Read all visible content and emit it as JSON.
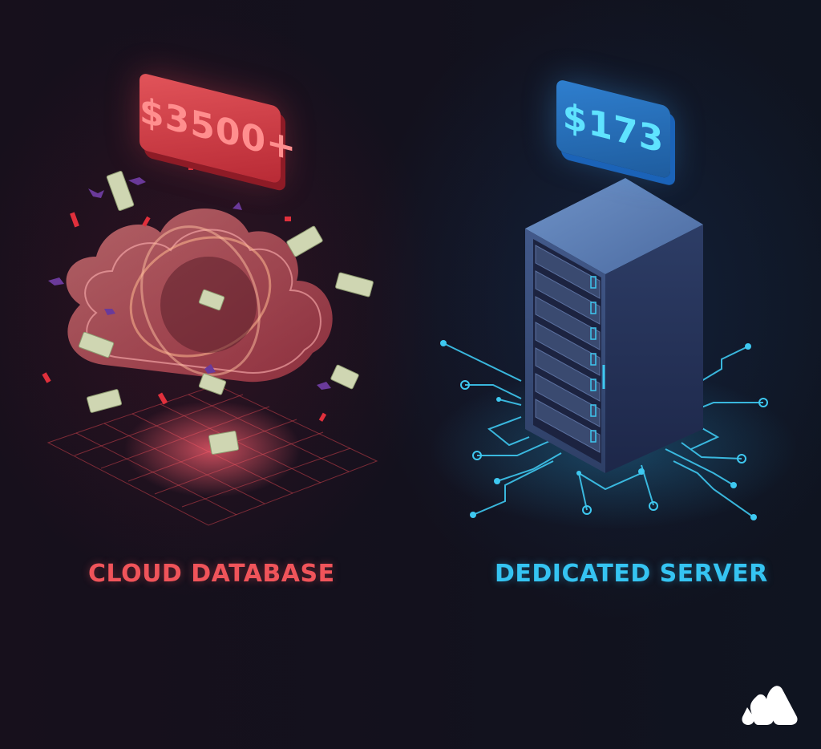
{
  "comparison": {
    "left": {
      "price": "$3500+",
      "label": "CLOUD DATABASE",
      "accent": "#f0545a",
      "icon": "cloud-icon"
    },
    "right": {
      "price": "$173",
      "label": "DEDICATED SERVER",
      "accent": "#35c4f2",
      "icon": "server-rack-icon"
    }
  },
  "brand": {
    "logo": "brand-logo-icon",
    "logo_color": "#ffffff"
  },
  "colors": {
    "background": "#12101c",
    "red_tag": "#d0404a",
    "blue_tag": "#2a76c4",
    "circuit": "#3ec8f0",
    "grid": "#c8404a"
  }
}
